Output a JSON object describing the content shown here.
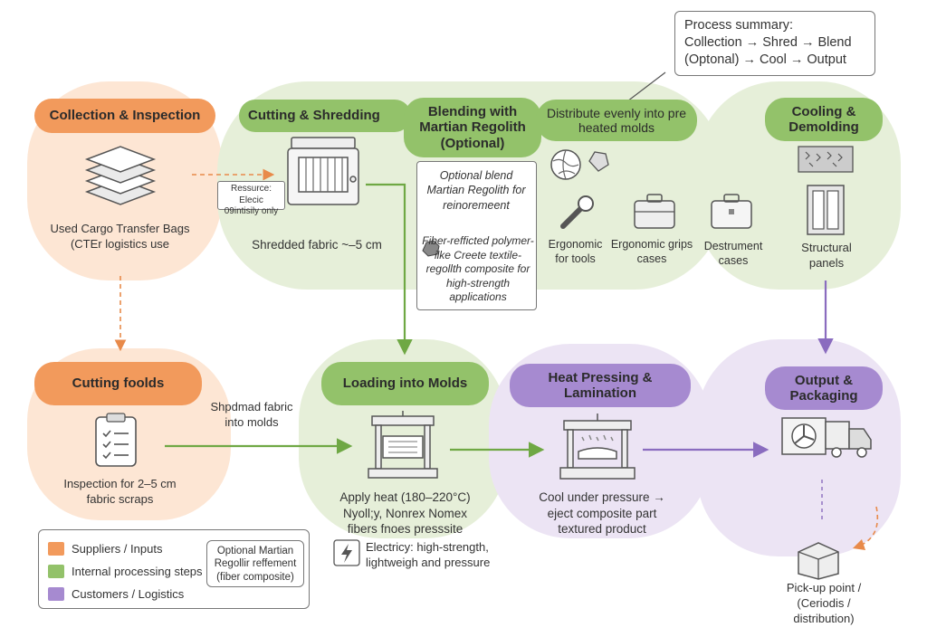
{
  "summary": {
    "line1": "Process summary:",
    "line2": "Collection → Shred → Blend",
    "line3": "(Optonal) → Cool → Output"
  },
  "stages": {
    "collection": {
      "title": "Collection & Inspection",
      "caption": "Used Cargo Transfer Bags (CTEr logistics use"
    },
    "shredding": {
      "title": "Cutting & Shredding",
      "note": "Ressurce: Elecic 09intisily only",
      "caption": "Shredded fabric ~–5 cm"
    },
    "blending": {
      "title": "Blending with Martian Regolith (Optional)",
      "note1": "Optional blend Martian Regolith for reinoremeent",
      "note2": "Fiber-refficted polymer-ilke Creete textile-regollth composite for high-strength applications"
    },
    "distribute": {
      "title": "Distribute evenly into pre heated molds",
      "tools": "Ergonomic for tools",
      "grips": "Ergonomic grips cases",
      "destrument": "Destrument cases"
    },
    "cooling": {
      "title": "Cooling & Demolding",
      "panels": "Structural panels"
    },
    "cutting_folds": {
      "title": "Cutting foolds",
      "caption": "Inspection for 2–5 cm fabric scraps"
    },
    "loading": {
      "title": "Loading into Molds",
      "arrow_label": "Shpdmad fabric into molds",
      "caption": "Apply heat (180–220°C) Nyoll;y, Nonrex Nomex fibers fnoes presssite",
      "electric": "Electricy: high-strength, lightweigh and pressure"
    },
    "pressing": {
      "title": "Heat Pressing & Lamination",
      "caption": "Cool under pressure → eject composite part textured product"
    },
    "output": {
      "title": "Output & Packaging",
      "pickup": "Pick-up point / (Ceriodis / distribution)"
    }
  },
  "legend": {
    "suppliers": "Suppliers / Inputs",
    "internal": "Internal processing steps",
    "customers": "Customers / Logistics",
    "optional": "Optional Martian Regollir reffement (fiber composite)"
  },
  "colors": {
    "orange": "#f29a5c",
    "green": "#93c26a",
    "purple": "#a68ad0"
  },
  "icons": [
    "stacked-bags-icon",
    "shredder-machine-icon",
    "regolith-globe-icon",
    "rock-icon",
    "wrench-icon",
    "briefcase-icon",
    "case-icon",
    "rock-texture-icon",
    "panel-icon",
    "clipboard-icon",
    "press-machine-icon",
    "heat-press-icon",
    "delivery-truck-icon",
    "lightning-icon",
    "box-icon"
  ]
}
